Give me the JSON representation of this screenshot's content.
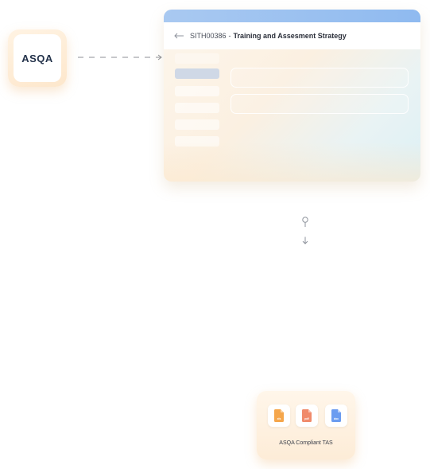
{
  "logo": {
    "text": "ASQA",
    "icon": "asqa-logo"
  },
  "window": {
    "course_code": "SITH00386",
    "separator": "-",
    "title": "Training and Assesment Strategy",
    "back_icon": "arrow-left-icon"
  },
  "connectors": {
    "link_icon": "pin-icon",
    "arrow_icon": "arrow-down-icon"
  },
  "files": {
    "items": [
      {
        "type": "xls",
        "color": "#f5a64b"
      },
      {
        "type": "pdf",
        "color": "#f08a6a"
      },
      {
        "type": "doc",
        "color": "#6b9cf0"
      }
    ],
    "caption": "ASQA Compliant TAS"
  },
  "colors": {
    "topbar": "#a9c9f1",
    "active_nav": "#cfd8e6",
    "accent_peach": "#fde7cc"
  }
}
